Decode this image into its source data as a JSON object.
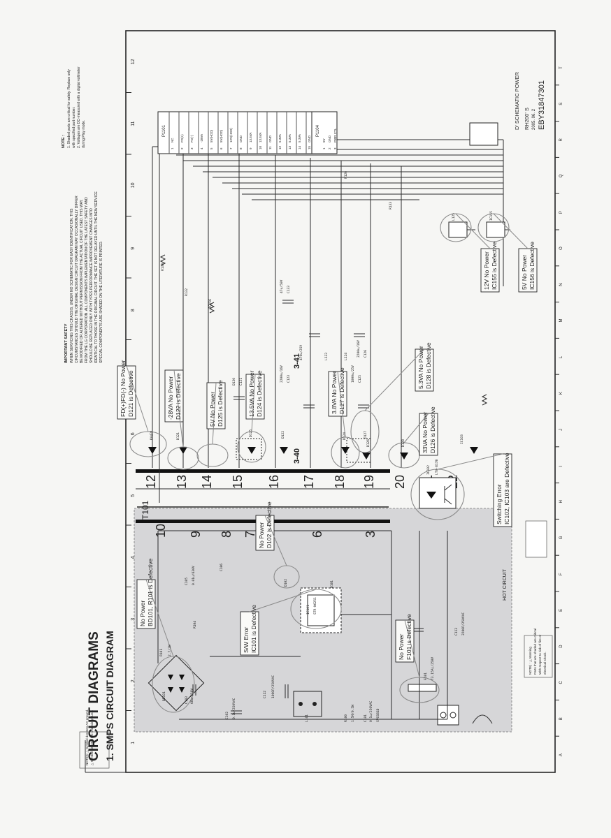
{
  "header": {
    "title": "CIRCUIT DIAGRAMS",
    "subtitle": "1. SMPS CIRCUIT DIAGRAM"
  },
  "pages": {
    "left": "3-40",
    "right": "3-41"
  },
  "safety": {
    "heading": "IMPORTANT SAFETY",
    "lines": [
      "WHEN SERVICING THIS CHASSIS, UNDER NO SCHEMATIC FOR EASY IDENTIFICATION. THIS",
      "CIRCUMSTANCES SHOULD THE ORIGINAL DESIGN CIRCUIT DIAGRAM MAY OCCASIONALLY DIFFER",
      "BE MODIFIED OR ALTERED WITHOUT PERMISSION FROM THE ACTUAL CIRCUIT USED. THIS WAY,",
      "FROM THE LG CORPORATION. ALL COMPONENTS IMPLEMENTATION OF THE LATEST SAFETY AND",
      "SHOULD BE REPLACED ONLY WITH TYPES PERFORMANCE IMPROVEMENT CHANGES INTO",
      "IDENTICAL TO THOSE IN THE ORIGINAL CIRCUIT. THE SET IS NOT DELAYED UNTIL THE NEW SERVICE",
      "SPECIAL COMPONENTS ARE SHADED ON THE LITERATURE IS PRINTED."
    ]
  },
  "note": {
    "heading": "NOTE :",
    "lines": [
      "1. Shaded parts are critical for safety. Replace only",
      "   with specified part number.",
      "2. Voltages are DC-measured with a digital voltmeter",
      "   during Play mode."
    ]
  },
  "title_block": {
    "lines": [
      "D' SCHEMATIC POWER",
      "RH200' S",
      "2005. 06. 2",
      "EBY31847301"
    ]
  },
  "grid": {
    "columns": [
      "A",
      "B",
      "C",
      "D",
      "E",
      "F",
      "G",
      "H",
      "I",
      "J",
      "K",
      "L",
      "M",
      "N",
      "O",
      "P",
      "Q",
      "R",
      "S",
      "T"
    ],
    "rows": [
      "12",
      "11",
      "10",
      "9",
      "8",
      "7",
      "6",
      "5",
      "4",
      "3",
      "2",
      "1"
    ]
  },
  "transformer": {
    "name": "T101",
    "pins": [
      "10",
      "9",
      "8",
      "7",
      "6",
      "3",
      "12",
      "13",
      "14",
      "15",
      "16",
      "17",
      "18",
      "19",
      "20",
      "21",
      "22"
    ],
    "hot_label": "HOT CIRCUIT"
  },
  "faults": [
    "FD(+)FD(-) No Power",
    "D121 is Defective",
    "-28VA No Power",
    "D122 is Defective",
    "5V No Power",
    "D125 is Defective",
    "13.5VA No Power",
    "D124 is Defective",
    "3.8VA No Power",
    "D127 is Defective",
    "5.3VA No Power",
    "D128 is Defective",
    "33VA No Power",
    "D126 is Defective",
    "Switching Error",
    "IC102, IC103 are Defective",
    "12V No Power",
    "IC155 is Defective",
    "5V No Power",
    "IC156 is Defective",
    "No Power",
    "D102 is Defective",
    "No Power",
    "BD101, R101 is Defective",
    "S/W Error",
    "IC101 is Defective",
    "No Power",
    "F101 is Defective"
  ],
  "connectors": {
    "p1101_head": "P1101",
    "p1101": [
      "NC",
      "FD(+)",
      "FD(-)",
      "-28VA",
      "5V(HDD)",
      "5V(HDD)",
      "12V(HDD)",
      "GND",
      "13.5VA",
      "13.5VA",
      "GND",
      "5.3VA",
      "5.3VA",
      "5.3VA",
      "GND",
      "PWR-CTL"
    ],
    "p1102_head": "P1104",
    "p1102": [
      "5V",
      "GND",
      "PWR CTL"
    ]
  },
  "components": [
    "BD101",
    "R101",
    "2.7/2W",
    "C103",
    "68u/450V",
    "C102",
    "0.1u/250VAC",
    "L101",
    "R100",
    "1.5M/0.5W",
    "C101",
    "0.1u/250VAC",
    "SVC681D",
    "C112",
    "1000P/250VAC",
    "C113",
    "2200P/250VAC",
    "F101",
    "T3.15AL/250V",
    "IC101",
    "STR-W6251",
    "D101",
    "R104",
    "C105",
    "0.01u/630V",
    "C106",
    "D102",
    "IC102",
    "LTV-817B",
    "IC103",
    "KA431",
    "D121",
    "D122",
    "D125",
    "D124",
    "D127",
    "D128",
    "D126",
    "D130",
    "C121",
    "2200u/16V",
    "C123",
    "1000u/25V",
    "C125",
    "2200u/16V",
    "C126",
    "47u/50V",
    "C133",
    "470u/25V",
    "L133",
    "L124",
    "L125",
    "IC155",
    "IC156",
    "R132",
    "R126",
    "R130",
    "R133"
  ],
  "footnote": {
    "lines": [
      "NOTES: △ Symbol denotes AC ground.",
      "△ Symbol denotes DC chassis ground."
    ]
  },
  "legend_note": {
    "lines": [
      "NOTE) : △ Warning",
      "Parts that are shaded are critical",
      "With respect to risk of fire or",
      "electrical shock."
    ]
  }
}
